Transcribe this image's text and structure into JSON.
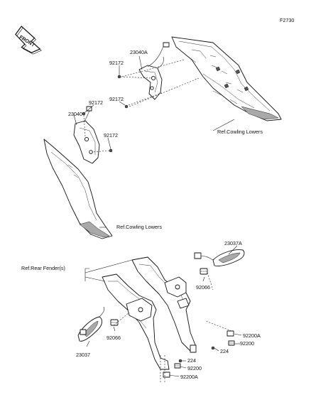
{
  "figure_code": "F2730",
  "front_badge": "FRONT",
  "parts": {
    "p23040A": "23040A",
    "p92172_a": "92172",
    "p92172_b": "92172",
    "p92172_c": "92172",
    "p92172_d": "92172",
    "p23040": "23040",
    "p23037A": "23037A",
    "p92066_a": "92066",
    "p92066_b": "92066",
    "p23037": "23037",
    "p92200A_a": "92200A",
    "p92200_a": "92200",
    "p224_a": "224",
    "p224_b": "224",
    "p92200_b": "92200",
    "p92200A_b": "92200A"
  },
  "refs": {
    "cowling_upper": "Ref.Cowling Lowers",
    "cowling_lower": "Ref.Cowling Lowers",
    "rear_fender": "Ref.Rear Fender(s)"
  }
}
